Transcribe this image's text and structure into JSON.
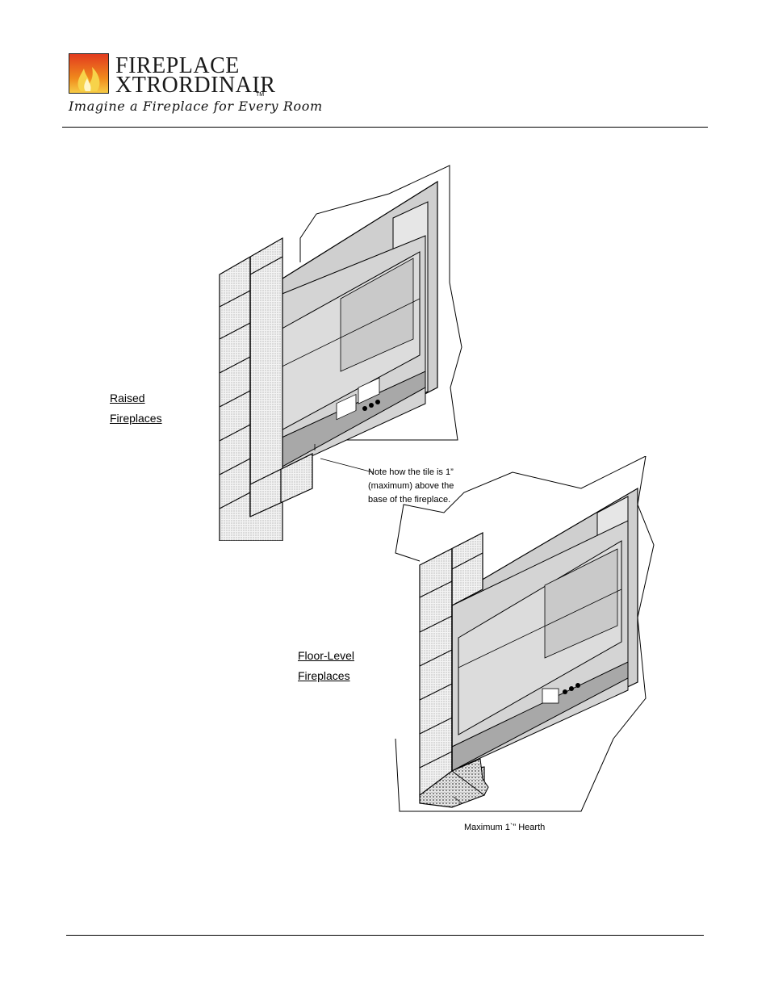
{
  "header": {
    "brand_line1": "FIREPLACE",
    "brand_line2": "XTRORDINAIR",
    "trademark": "TM",
    "tagline": "Imagine a Fireplace for Every Room"
  },
  "figures": {
    "raised": {
      "label_line1": "Raised",
      "label_line2": "Fireplaces",
      "note_lines": [
        "Note how the tile is 1”",
        "(maximum) above the",
        "base of the fireplace."
      ]
    },
    "floor_level": {
      "label_line1": "Floor-Level",
      "label_line2": "Fireplaces",
      "note": "Maximum 1`” Hearth"
    }
  },
  "colors": {
    "frame_gray": "#cfcfcf",
    "dark_gray": "#a8a8a8",
    "interior_gray": "#dcdcdc",
    "tile_fill": "#f1f1f1",
    "flame_orange": "#f08a1c",
    "flame_yellow": "#f7d34a"
  }
}
